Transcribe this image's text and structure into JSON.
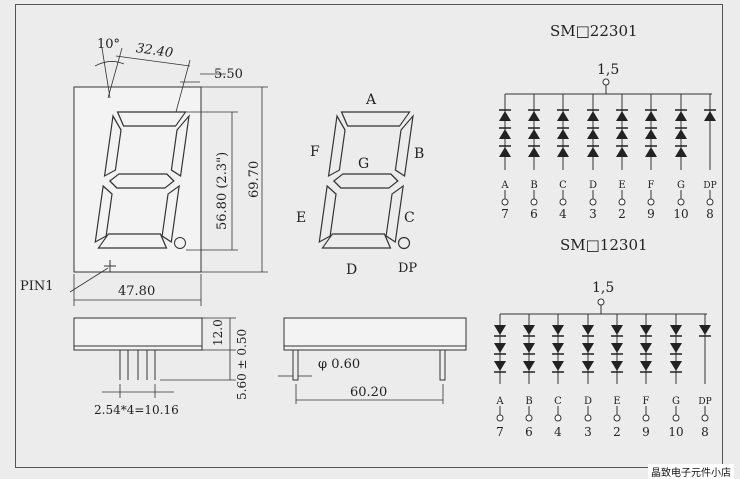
{
  "front_view": {
    "angle": "10°",
    "width_top": "32.40",
    "offset": "5.50",
    "height_overall": "69.70",
    "digit_height": "56.80 (2.3\")",
    "width": "47.80",
    "pin1_label": "PIN1"
  },
  "segment_view": {
    "labels": [
      "A",
      "B",
      "C",
      "D",
      "E",
      "F",
      "G",
      "DP"
    ]
  },
  "side_view": {
    "thickness": "12.0",
    "pin_length": "5.60 ± 0.50",
    "pitch": "2.54*4=10.16"
  },
  "end_view": {
    "pin_diameter": "φ 0.60",
    "length": "60.20"
  },
  "schematics": [
    {
      "model": "SM□22301",
      "common_pins": "1,5",
      "diode_direction": "up",
      "segments": [
        "A",
        "B",
        "C",
        "D",
        "E",
        "F",
        "G",
        "DP"
      ],
      "pins": [
        "7",
        "6",
        "4",
        "3",
        "2",
        "9",
        "10",
        "8"
      ]
    },
    {
      "model": "SM□12301",
      "common_pins": "1,5",
      "diode_direction": "down",
      "segments": [
        "A",
        "B",
        "C",
        "D",
        "E",
        "F",
        "G",
        "DP"
      ],
      "pins": [
        "7",
        "6",
        "4",
        "3",
        "2",
        "9",
        "10",
        "8"
      ]
    }
  ],
  "watermark": "晶致电子元件小店",
  "colors": {
    "ink": "#222222",
    "background": "#ececec",
    "display": "#f0f0f0"
  }
}
